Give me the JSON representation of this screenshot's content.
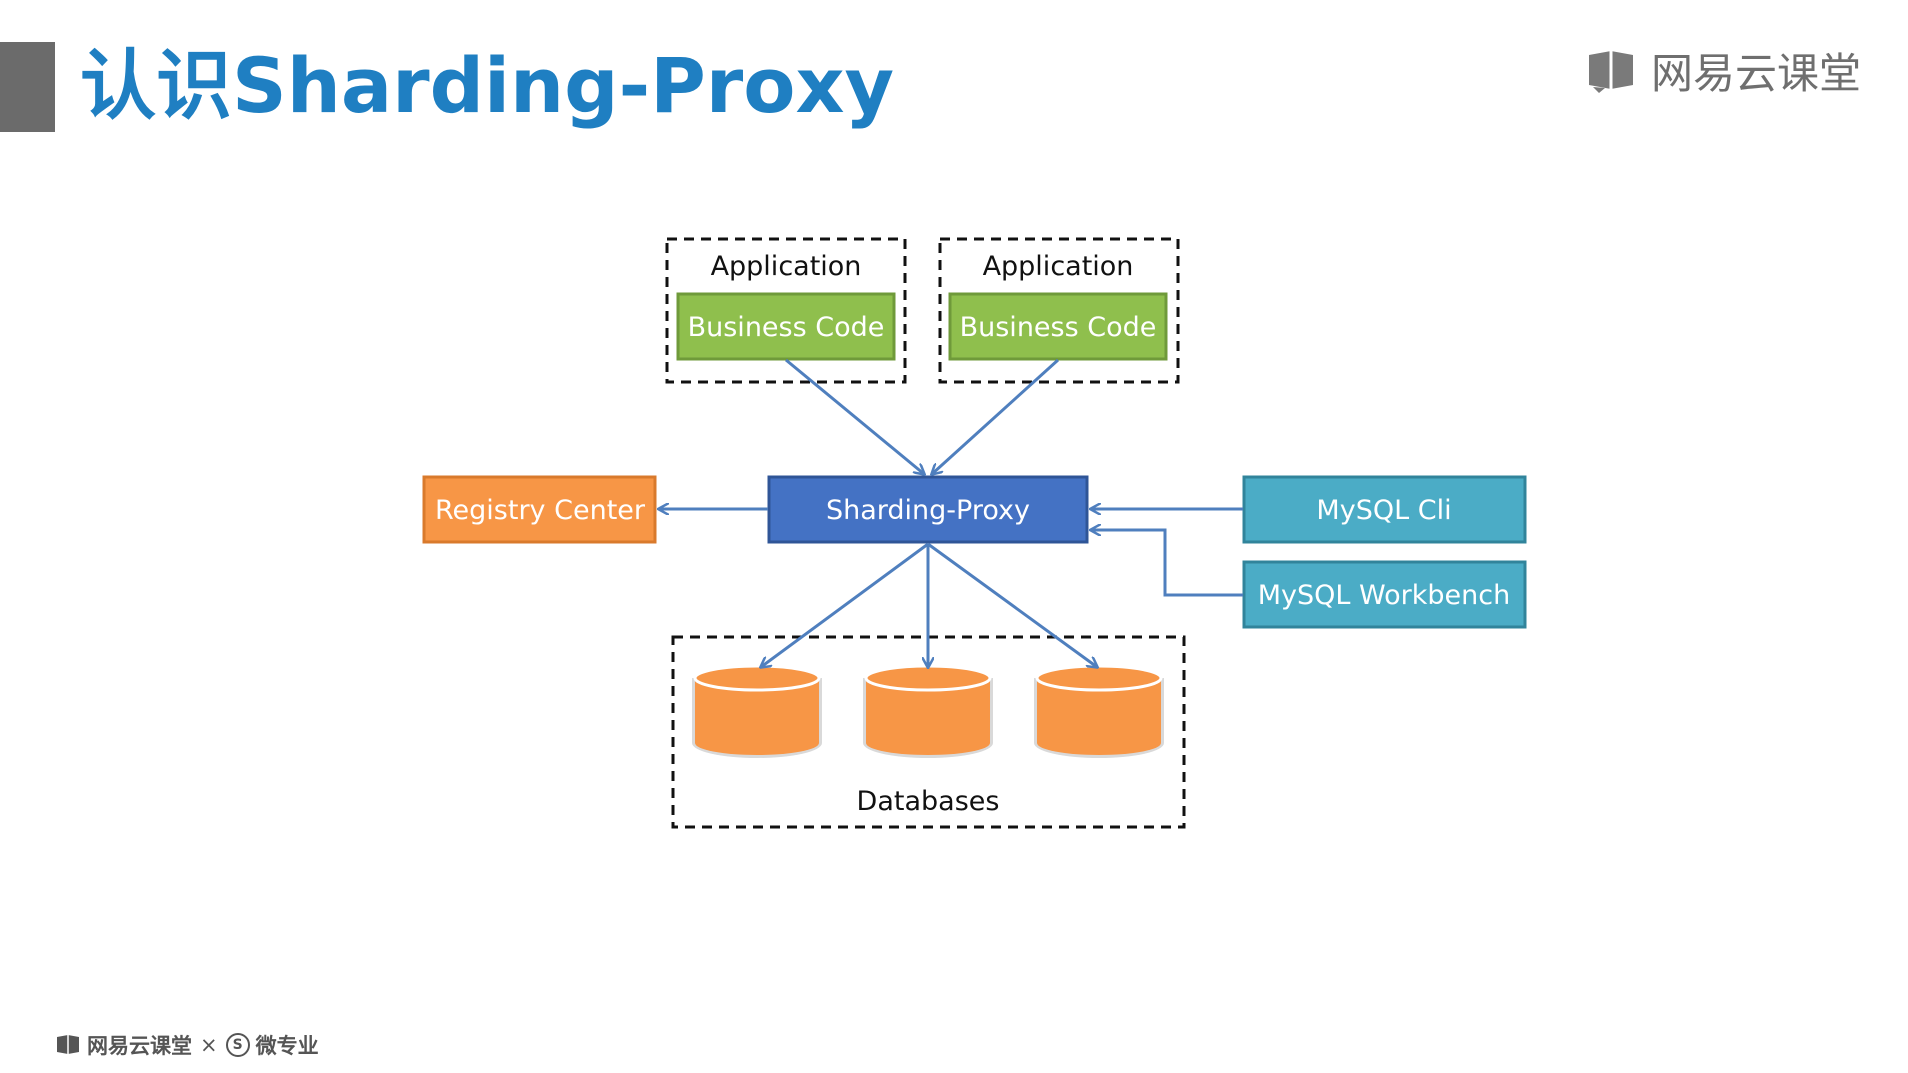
{
  "title": "认识Sharding-Proxy",
  "brand": {
    "top_name": "网易云课堂",
    "bottom_name": "网易云课堂",
    "bottom_sep": "×",
    "bottom_partner": "微专业",
    "partner_mark": "S"
  },
  "diagram": {
    "apps": [
      {
        "label": "Application",
        "inner": "Business Code"
      },
      {
        "label": "Application",
        "inner": "Business Code"
      }
    ],
    "proxy": "Sharding-Proxy",
    "registry": "Registry Center",
    "clients": [
      "MySQL Cli",
      "MySQL Workbench"
    ],
    "databases_label": "Databases",
    "database_count": 3
  },
  "colors": {
    "title": "#1f7fc2",
    "proxy": "#4472c4",
    "registry": "#f79646",
    "business": "#8fbf4d",
    "client": "#4bacc6",
    "arrow": "#4f7fbe",
    "database": "#f79646"
  }
}
